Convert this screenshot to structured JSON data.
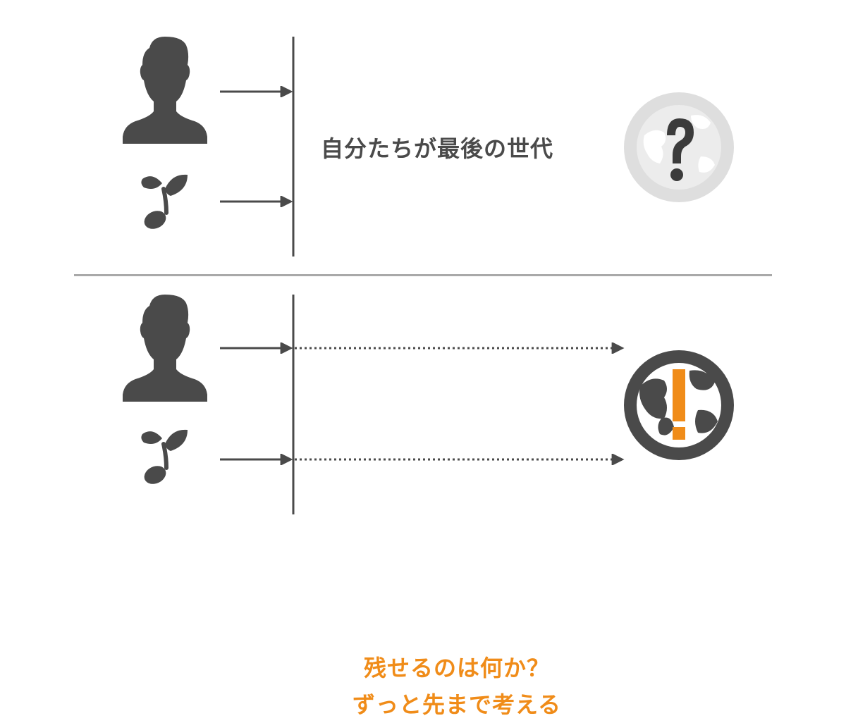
{
  "colors": {
    "icon_dark": "#4a4a4a",
    "globe_light_bg": "#dedede",
    "accent_orange": "#f08c19",
    "divider": "#a9a9a9"
  },
  "top_section": {
    "message": "自分たちが最後の世代",
    "icons": [
      "person-icon",
      "sprout-icon",
      "question-globe-icon"
    ]
  },
  "bottom_section": {
    "message_line1": "残せるのは何か？",
    "message_line2": "ずっと先まで考える",
    "icons": [
      "person-icon",
      "sprout-icon",
      "exclamation-globe-icon"
    ]
  }
}
